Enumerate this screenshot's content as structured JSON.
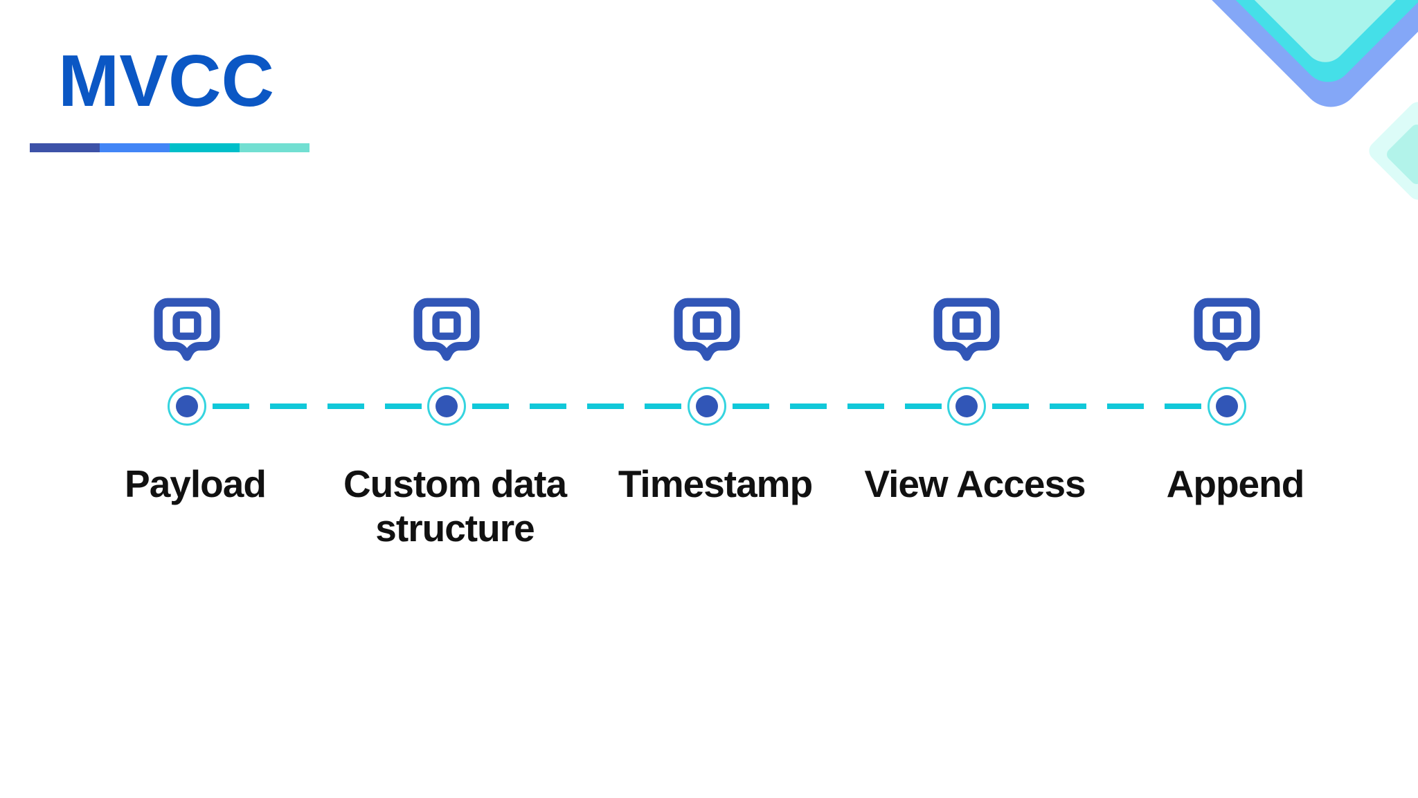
{
  "header": {
    "title": "MVCC",
    "accent_bar_colors": [
      "#3D52A8",
      "#4285F6",
      "#00BFC9",
      "#72DFD2"
    ]
  },
  "decoration": {
    "corner_diamond_colors": [
      "#84A7F7",
      "#45DFE8",
      "#A9F4EC",
      "#DCFCF8",
      "#B2F3EA"
    ]
  },
  "timeline": {
    "pin_icon": "map-pin-square-icon",
    "pin_color": "#3156B7",
    "node_dot_color": "#3156B7",
    "node_ring_color": "#35D4DF",
    "connector_color": "#11C8D9",
    "label_color": "#111111",
    "items": [
      {
        "label": "Payload"
      },
      {
        "label": "Custom data structure"
      },
      {
        "label": "Timestamp"
      },
      {
        "label": "View Access"
      },
      {
        "label": "Append"
      }
    ]
  }
}
